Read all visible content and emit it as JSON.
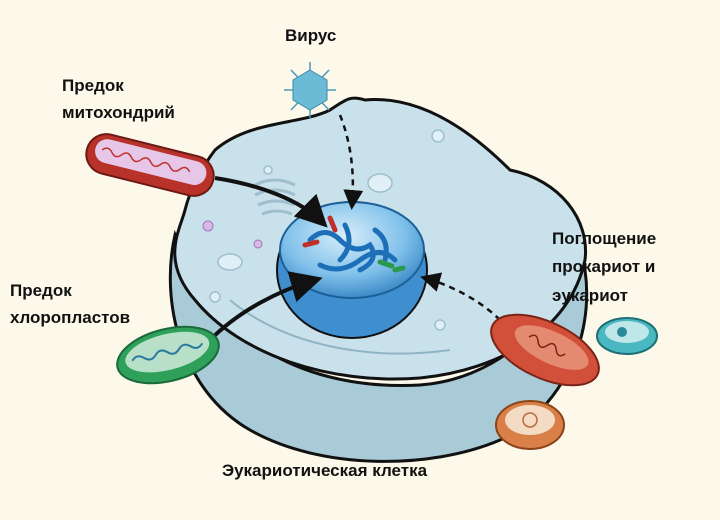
{
  "labels": {
    "virus": "Вирус",
    "mito_line1": "Предок",
    "mito_line2": "митохондрий",
    "chloro_line1": "Предок",
    "chloro_line2": "хлоропластов",
    "engulf_line1": "Поглощение",
    "engulf_line2": "прокариот и",
    "engulf_line3": "эукариот",
    "cell": "Эукариотическая клетка"
  },
  "colors": {
    "background": "#fcf8ea",
    "cell_top": "#c9e1ea",
    "cell_side": "#a9cbd8",
    "nucleus": "#3f8fd0",
    "mitochondrion": "#c0392b",
    "chloroplast": "#3aa55a"
  }
}
